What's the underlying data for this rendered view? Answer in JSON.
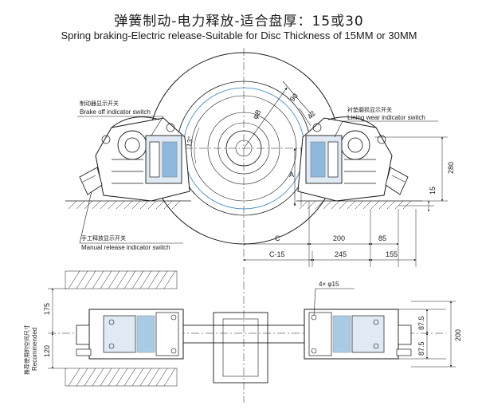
{
  "title": {
    "cn": "弹簧制动-电力释放-适合盘厚：15或30",
    "en": "Spring braking-Electric release-Suitable for Disc Thickness of 15MM or 30MM"
  },
  "callouts": {
    "brake_off_cn": "制动器显示开关",
    "brake_off_en": "Brake off indicator switch",
    "lining_cn": "衬垫磨损显示开关",
    "lining_en": "Lining wear indicator switch",
    "manual_cn": "手工释放显示开关",
    "manual_en": "Manual release indicator switch",
    "holes": "4× φ15",
    "recommended_cn": "推荐使用的空间尺寸",
    "recommended_en": "Recommended"
  },
  "dimensions": {
    "phiB": "φB",
    "d90": "90",
    "d42": "42",
    "ang13": "13°",
    "A": "A",
    "d280": "280",
    "d15": "15",
    "C": "C",
    "d200": "200",
    "d85": "85",
    "Cminus15": "C-15",
    "d245": "245",
    "d155": "155",
    "d175": "175",
    "d120": "120",
    "d87_5a": "87.5",
    "d87_5b": "87.5",
    "d200v": "200"
  }
}
